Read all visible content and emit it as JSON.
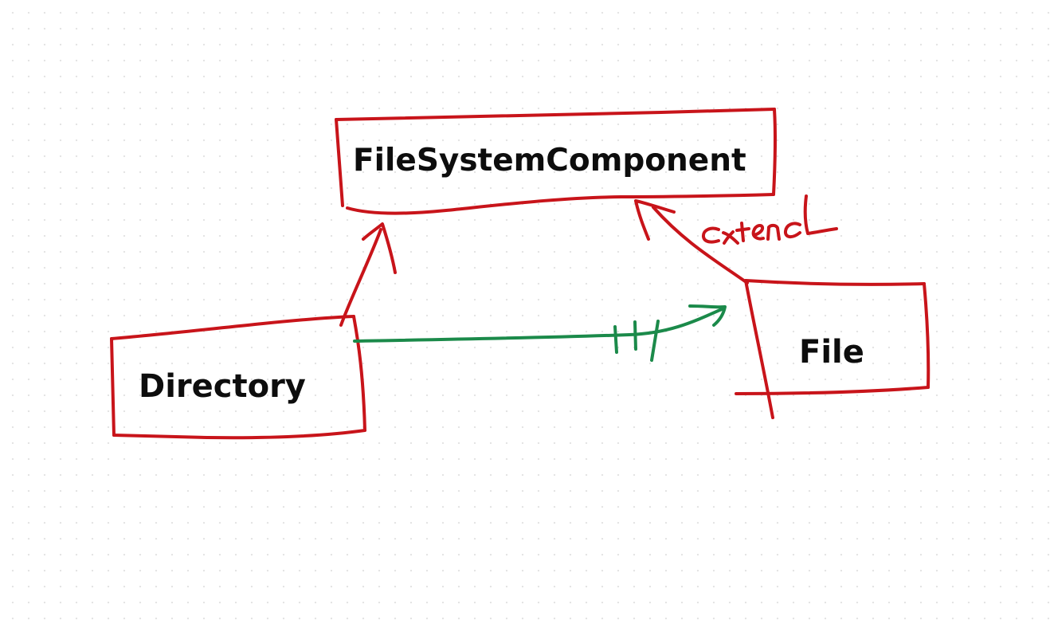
{
  "diagram": {
    "nodes": {
      "file_system_component": {
        "label": "FileSystemComponent"
      },
      "directory": {
        "label": "Directory"
      },
      "file": {
        "label": "File"
      }
    },
    "annotations": {
      "extend": "extend"
    },
    "edges": [
      {
        "from": "directory",
        "to": "file_system_component",
        "style": "red-arrow"
      },
      {
        "from": "file",
        "to": "file_system_component",
        "style": "red-arrow"
      },
      {
        "from": "directory",
        "to": "file",
        "style": "green-arrow-with-ticks"
      }
    ],
    "colors": {
      "box_stroke": "#c8141a",
      "relation_green": "#1b8a4a",
      "label_text": "#0d0d0d",
      "dot_grid": "#e3e3e3"
    }
  }
}
